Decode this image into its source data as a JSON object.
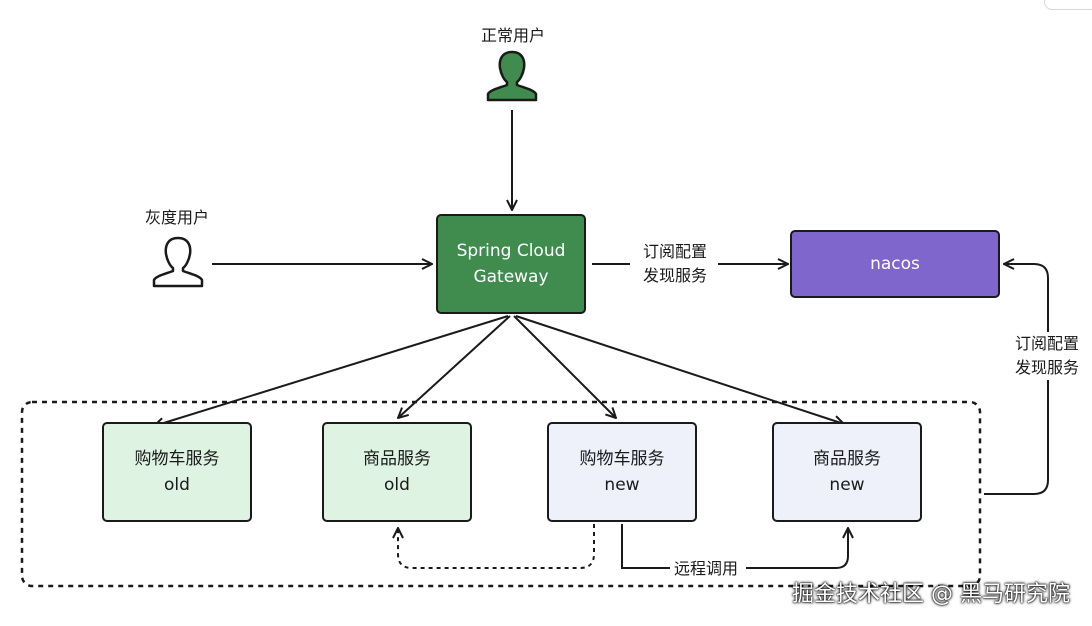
{
  "users": {
    "normal": {
      "label": "正常用户",
      "icon": "user-icon-filled",
      "color": "#3f8c4e"
    },
    "gray": {
      "label": "灰度用户",
      "icon": "user-icon-outline"
    }
  },
  "gateway": {
    "line1": "Spring Cloud",
    "line2": "Gateway",
    "color": "#3f8c4e"
  },
  "nacos": {
    "label": "nacos",
    "color": "#7f66cc"
  },
  "edges": {
    "gateway_to_nacos": {
      "line1": "订阅配置",
      "line2": "发现服务"
    },
    "services_to_nacos": {
      "line1": "订阅配置",
      "line2": "发现服务"
    },
    "remote_call": "远程调用"
  },
  "services": [
    {
      "name": "购物车服务",
      "version": "old",
      "color": "#def3e1"
    },
    {
      "name": "商品服务",
      "version": "old",
      "color": "#def3e1"
    },
    {
      "name": "购物车服务",
      "version": "new",
      "color": "#eef0fa"
    },
    {
      "name": "商品服务",
      "version": "new",
      "color": "#eef0fa"
    }
  ],
  "watermark": "掘金技术社区 @ 黑马研究院"
}
